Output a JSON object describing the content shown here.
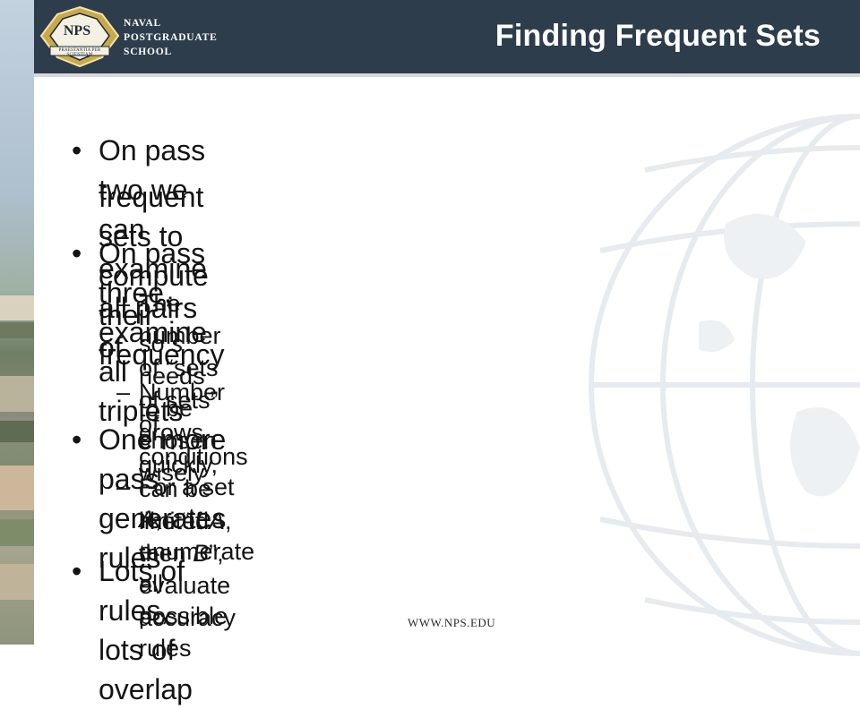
{
  "header": {
    "title": "Finding Frequent Sets",
    "logo": {
      "seal_text": "NPS",
      "banner_text": "PRAESTANTIA PER SCIENTIAM",
      "school_lines": [
        "NAVAL",
        "POSTGRADUATE",
        "SCHOOL"
      ]
    }
  },
  "slide": {
    "bullets": [
      {
        "lines": [
          "On pass two we can examine all pairs of",
          "frequent sets to compute their frequency"
        ]
      },
      {
        "lines": [
          "On pass three, examine all triplets"
        ]
      },
      {
        "sub_1_line1": "The number of “sets of sets” grows quickly,",
        "sub_1_line2_pre": "so ",
        "sub_1_line2_var": "s",
        "sub_1_line2_post": " needs to be chosen wisely",
        "sub_2": "Number of conditions can be limited"
      },
      {
        "lines": [
          "One more pass generates rules"
        ]
      },
      {
        "sub_3_l1_pre": "For a set ",
        "sub_3_l1_var": "A",
        "sub_3_l1_post": ", enumerate all possible rules",
        "sub_3_l2_pre": "like “if ",
        "sub_3_l2_var1": "A",
        "sub_3_l2_mid": ", then ",
        "sub_3_l2_var2": "B",
        "sub_3_l2_post": "”, evaluate accuracy"
      },
      {
        "lines": [
          "Lots of rules, lots of overlap"
        ]
      }
    ],
    "bullet_symbol": "•",
    "dash_symbol": "–"
  },
  "footer": {
    "url": "WWW.NPS.EDU"
  },
  "colors": {
    "header_bg": "#2e3d4c",
    "title_text": "#ffffff",
    "body_text": "#141414",
    "seal_gold": "#c9a94a"
  }
}
